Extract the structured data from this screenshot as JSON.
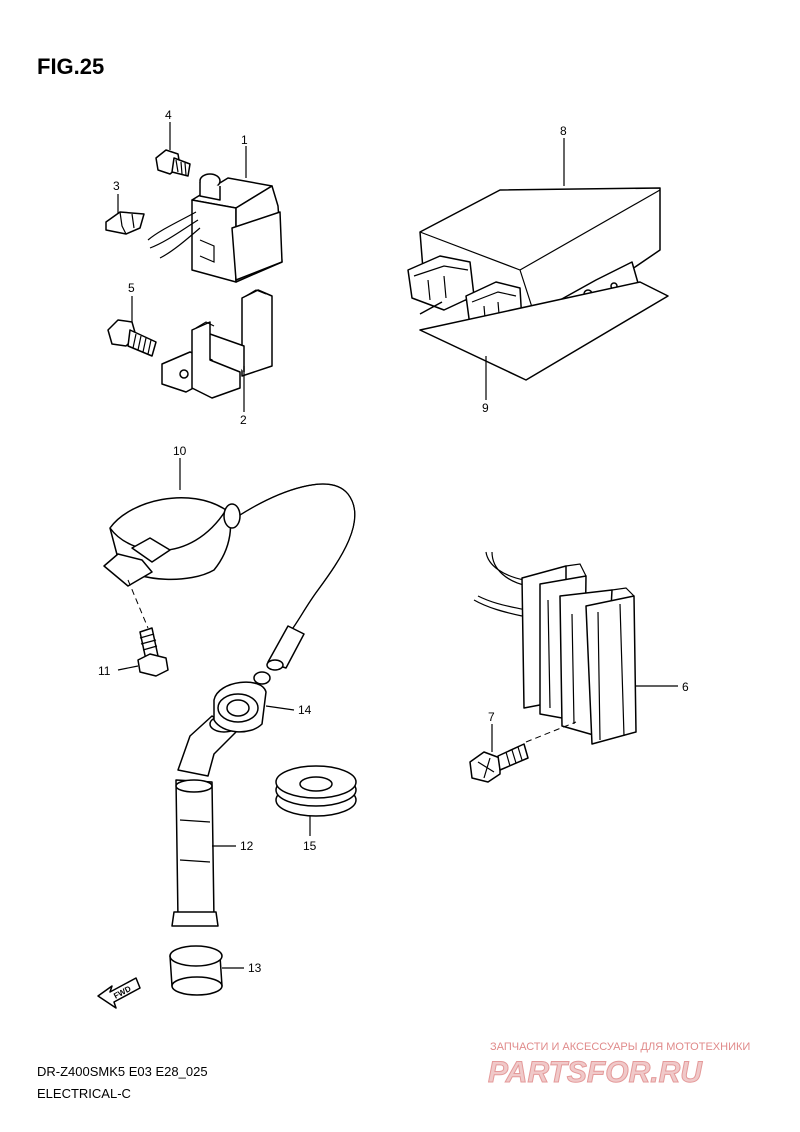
{
  "figure": {
    "title": "FIG.25"
  },
  "callouts": {
    "c1": "1",
    "c2": "2",
    "c3": "3",
    "c4": "4",
    "c5": "5",
    "c6": "6",
    "c7": "7",
    "c8": "8",
    "c9": "9",
    "c10": "10",
    "c11": "11",
    "c12": "12",
    "c13": "13",
    "c14": "14",
    "c15": "15"
  },
  "direction": {
    "label": "FWD"
  },
  "footer": {
    "model": "DR-Z400SMK5 E03 E28_025",
    "section": "ELECTRICAL-C"
  },
  "watermark": {
    "line1": "ЗАПЧАСТИ И АКСЕССУАРЫ ДЛЯ МОТОТЕХНИКИ",
    "line2": "PARTSFOR.RU"
  }
}
